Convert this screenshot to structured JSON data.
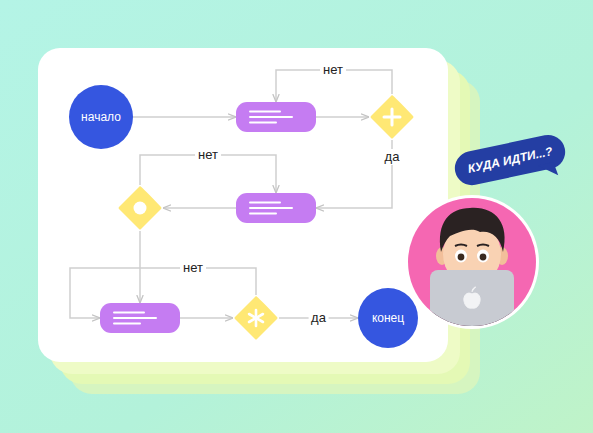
{
  "diagram": {
    "nodes": [
      {
        "text": [
          "начало"
        ]
      },
      {
        "text": []
      },
      {
        "text": []
      },
      {
        "text": []
      },
      {
        "text": []
      },
      {
        "text": []
      },
      {
        "text": []
      },
      {
        "text": [
          "конец"
        ]
      },
      {
        "text": [
          "КУДА ИДТИ...?"
        ]
      }
    ],
    "edges": [
      {
        "from": 0,
        "to": 1,
        "arrow": "to"
      },
      {
        "from": 1,
        "to": 2,
        "arrow": "to"
      },
      {
        "from": 2,
        "to": 1,
        "label": "нет",
        "arrow": "to"
      },
      {
        "from": 2,
        "to": 3,
        "label": "да",
        "arrow": "to"
      },
      {
        "from": 3,
        "to": 4,
        "arrow": "to"
      },
      {
        "from": 4,
        "to": 3,
        "label": "нет",
        "arrow": "to"
      },
      {
        "from": 4,
        "to": 5,
        "arrow": "to"
      },
      {
        "from": 6,
        "to": 5,
        "label": "нет",
        "arrow": "to"
      },
      {
        "from": 5,
        "to": 6,
        "arrow": "to"
      },
      {
        "from": 6,
        "to": 7,
        "label": "да",
        "arrow": "to"
      }
    ]
  }
}
